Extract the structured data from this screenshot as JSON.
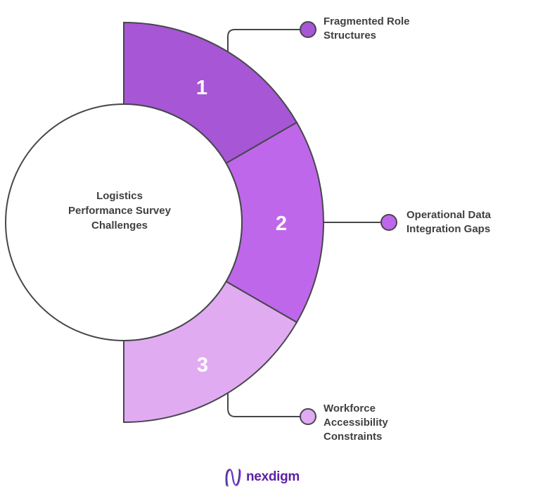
{
  "title": {
    "lines": [
      "Logistics",
      "Performance Survey",
      "Challenges"
    ]
  },
  "segments": [
    {
      "number": "1",
      "color": "#a756d6",
      "label_lines": [
        "Fragmented Role",
        "Structures"
      ]
    },
    {
      "number": "2",
      "color": "#bf67ea",
      "label_lines": [
        "Operational Data",
        "Integration Gaps"
      ]
    },
    {
      "number": "3",
      "color": "#e1abf2",
      "label_lines": [
        "Workforce",
        "Accessibility",
        "Constraints"
      ]
    }
  ],
  "colors": {
    "outline": "#46474b",
    "number_text": "#ffffff",
    "label_text": "#3f4043",
    "logo_text": "#5c21a5"
  },
  "logo": {
    "text": "nexdigm"
  }
}
